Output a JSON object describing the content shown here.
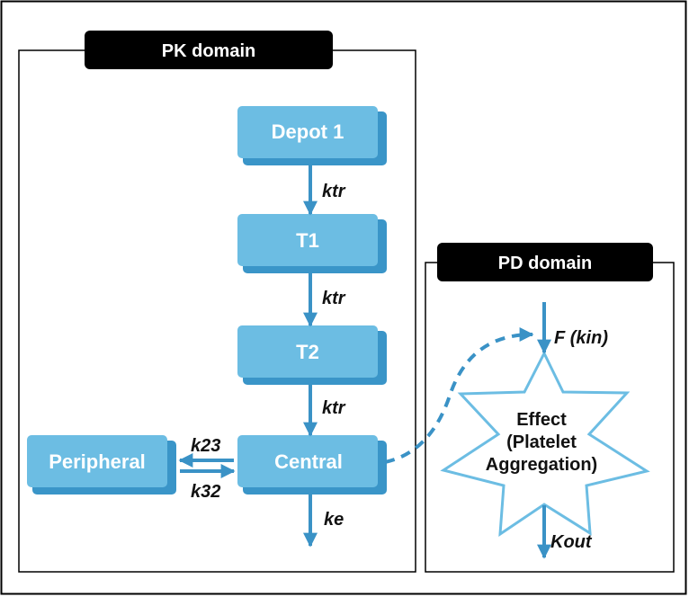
{
  "pk_domain": {
    "label": "PK domain",
    "compartments": {
      "depot": "Depot 1",
      "t1": "T1",
      "t2": "T2",
      "central": "Central",
      "peripheral": "Peripheral"
    },
    "rates": {
      "ktr_1": "ktr",
      "ktr_2": "ktr",
      "ktr_3": "ktr",
      "k23": "k23",
      "k32": "k32",
      "ke": "ke"
    }
  },
  "pd_domain": {
    "label": "PD domain",
    "effect_lines": [
      "Effect",
      "(Platelet",
      "Aggregation)"
    ],
    "input_rate": "F (kin)",
    "output_rate": "Kout"
  },
  "colors": {
    "box_fill": "#6cbde3",
    "box_shadow": "#3a95c8",
    "arrow": "#3a92c6",
    "star_stroke": "#6cbde3",
    "tab_fill": "#000000"
  }
}
